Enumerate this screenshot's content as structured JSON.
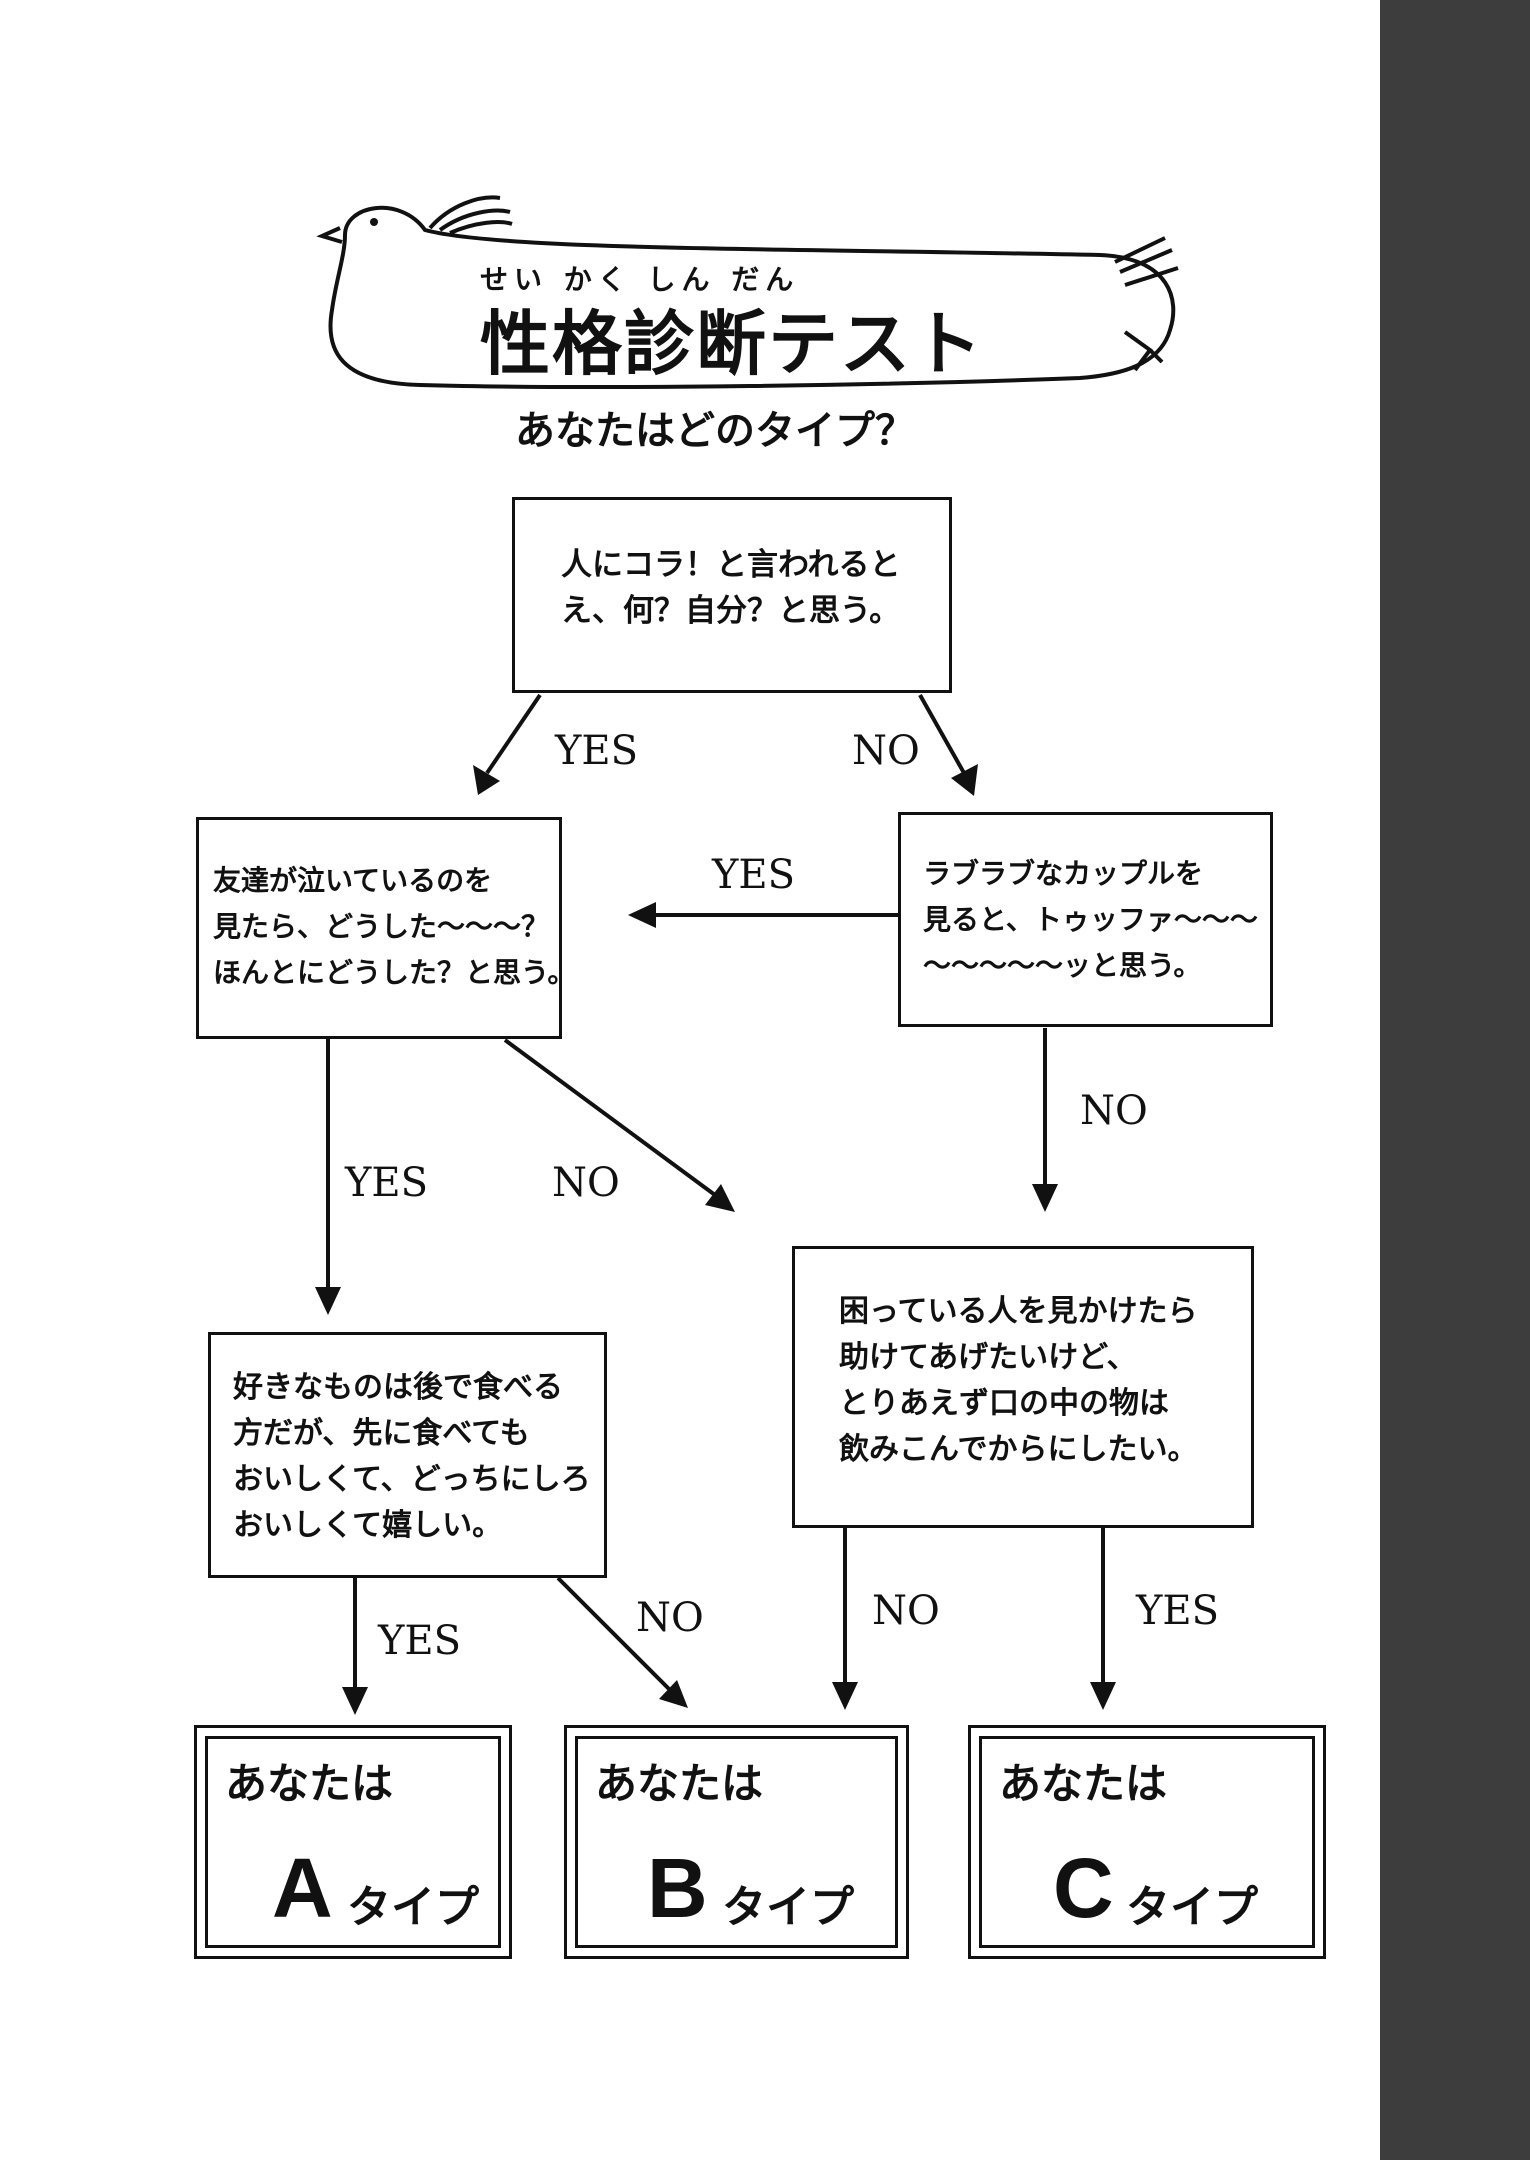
{
  "title": {
    "ruby": "せい かく しん だん",
    "main": "性格診断テスト",
    "subtitle": "あなたはどのタイプ？"
  },
  "questions": {
    "q1": {
      "lines": [
        "人にコラ！と言われると",
        "え、何？自分？と思う。"
      ]
    },
    "q2": {
      "lines": [
        "友達が泣いているのを",
        "見たら、どうした〜〜〜？",
        "ほんとにどうした？と思う。"
      ]
    },
    "q3": {
      "lines": [
        "ラブラブなカップルを",
        "見ると、トゥッファ〜〜〜",
        "〜〜〜〜〜ッと思う。"
      ]
    },
    "q4": {
      "lines": [
        "好きなものは後で食べる",
        "方だが、先に食べても",
        "おいしくて、どっちにしろ",
        "おいしくて嬉しい。"
      ]
    },
    "q5": {
      "lines": [
        "困っている人を見かけたら",
        "助けてあげたいけど、",
        "とりあえず口の中の物は",
        "飲みこんでからにしたい。"
      ]
    }
  },
  "edges": {
    "q1_yes": "YES",
    "q1_no": "NO",
    "q3_yes": "YES",
    "q3_no": "NO",
    "q2_yes": "YES",
    "q2_no": "NO",
    "q4_yes": "YES",
    "q4_no": "NO",
    "q5_no": "NO",
    "q5_yes": "YES"
  },
  "results": {
    "a": {
      "lead": "あなたは",
      "letter": "A",
      "suffix": "タイプ"
    },
    "b": {
      "lead": "あなたは",
      "letter": "B",
      "suffix": "タイプ"
    },
    "c": {
      "lead": "あなたは",
      "letter": "C",
      "suffix": "タイプ"
    }
  }
}
